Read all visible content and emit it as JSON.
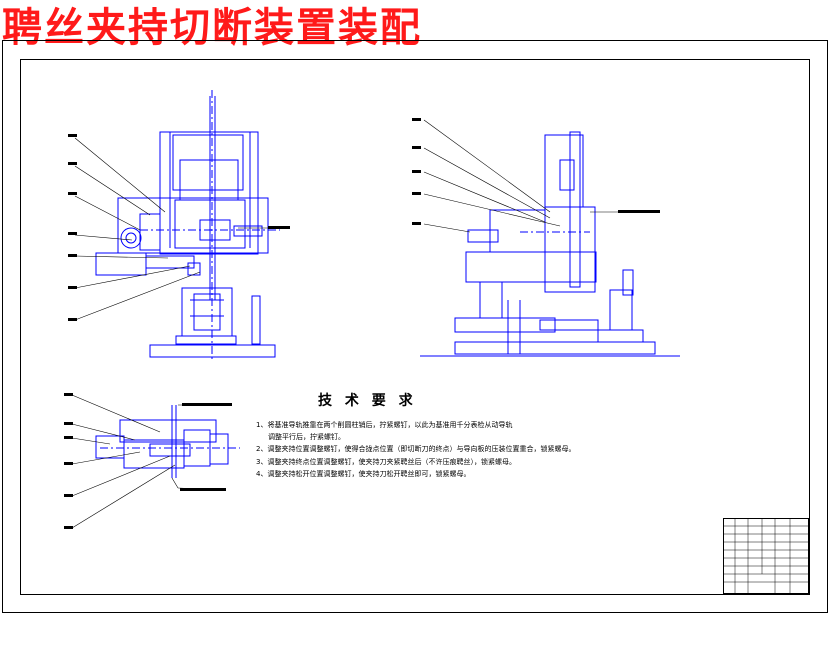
{
  "document": {
    "title": "聘丝夹持切断装置装配",
    "requirements": {
      "heading": "技 术 要 求",
      "items": [
        "1、将基准导轨推靠在两个削圆柱销后，拧紧螺钉，以此为基准用千分表检从动导轨",
        "调整平行后，拧紧螺钉。",
        "2、调整夹持位置调整螺钉，使得合拢点位置（即切断刀的终点）与导向板的压装位置重合，锁紧螺母。",
        "3、调整夹持终点位置调整螺钉，使夹持刀夹紧聘丝后（不许压痕聘丝），锁紧螺母。",
        "4、调整夹持松开位置调整螺钉，使夹持刀松开聘丝即可，锁紧螺母。"
      ]
    }
  },
  "colors": {
    "title": "#ff1a1a",
    "drawing": "#0000ff",
    "line": "#000000",
    "background": "#ffffff"
  }
}
